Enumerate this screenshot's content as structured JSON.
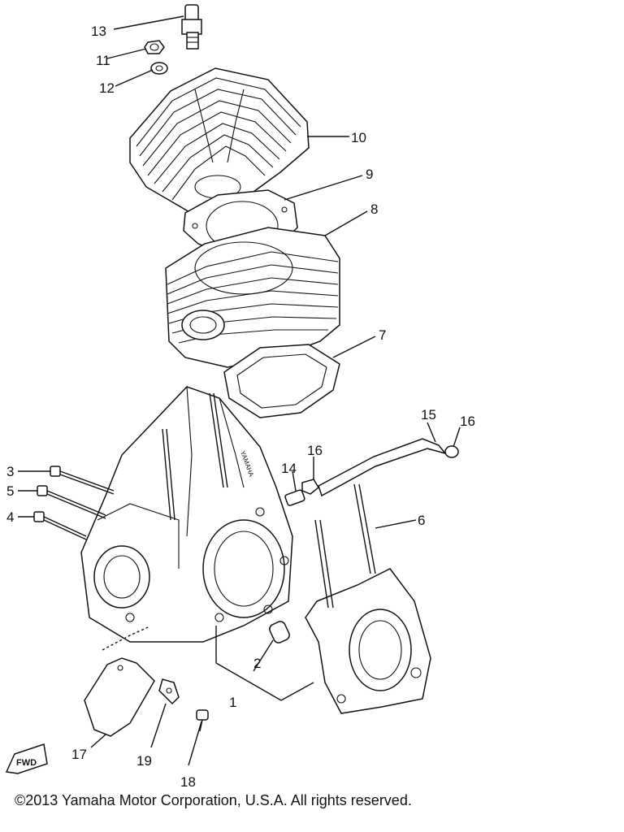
{
  "callouts": {
    "n1": "1",
    "n2": "2",
    "n3": "3",
    "n4": "4",
    "n5": "5",
    "n6": "6",
    "n7": "7",
    "n8": "8",
    "n9": "9",
    "n10": "10",
    "n11": "11",
    "n12": "12",
    "n13": "13",
    "n14": "14",
    "n15": "15",
    "n16a": "16",
    "n16b": "16",
    "n17": "17",
    "n18": "18",
    "n19": "19"
  },
  "fwd_label": "FWD",
  "copyright": "©2013 Yamaha Motor Corporation, U.S.A. All rights reserved."
}
